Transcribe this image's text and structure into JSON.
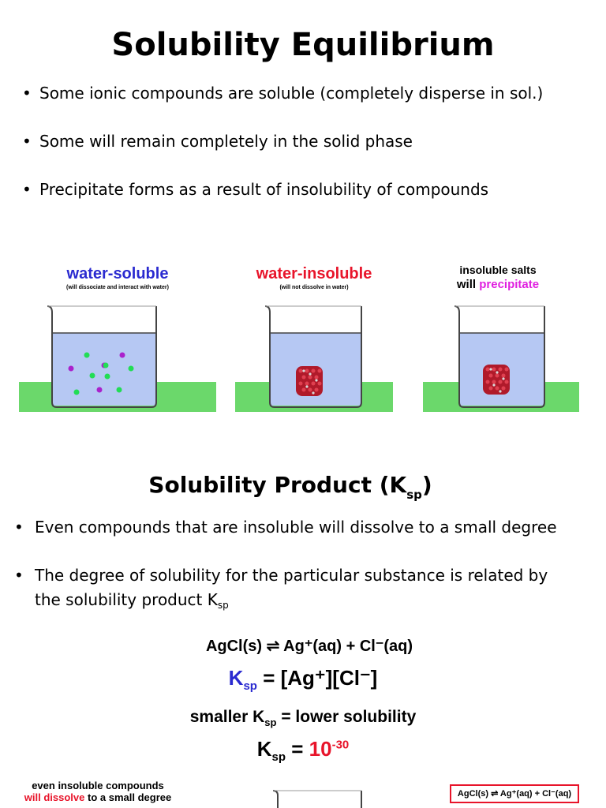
{
  "page": {
    "title": "Solubility Equilibrium",
    "bullets_top": [
      "Some ionic compounds are soluble (completely disperse in sol.)",
      "Some will remain completely in the solid phase",
      "Precipitate forms as a result of insolubility of compounds"
    ],
    "figures": {
      "soluble": {
        "label": "water-soluble",
        "caption": "(will dissociate and interact with water)"
      },
      "insoluble": {
        "label": "water-insoluble",
        "caption": "(will not dissolve in water)"
      },
      "precipitate": {
        "label_line1": "insoluble salts",
        "label_will": "will",
        "label_precipitate": "precipitate"
      }
    },
    "ksp_section": {
      "title_main": "Solubility Product (K",
      "title_sub": "sp",
      "title_end": ")",
      "bullet1": "Even compounds that are insoluble will dissolve to a small degree",
      "bullet2_line1": "The degree of solubility for the particular substance is related by",
      "bullet2_line2": "the solubility product K",
      "bullet2_sub": "sp"
    },
    "equations": {
      "reaction": "AgCl(s) ⇌ Ag⁺(aq) + Cl⁻(aq)",
      "ksp_expression": "= [Ag⁺][Cl⁻]",
      "ksp_symbol": "K",
      "ksp_sub": "sp",
      "smaller_prefix": "smaller K",
      "smaller_suffix": "= lower solubility",
      "ksp_value_prefix": "=",
      "ksp_value": "10",
      "ksp_exponent": "-30"
    },
    "bottom": {
      "line1": "even insoluble compounds",
      "will_dissolve": "will dissolve",
      "rest": "to a small degree",
      "box_text": "AgCl(s) ⇌ Ag⁺(aq) + Cl⁻(aq)"
    },
    "colors": {
      "blue_label": "#2a2ad0",
      "red_label": "#e8142a",
      "magenta": "#e020e0",
      "water": "#b6c8f3",
      "grass": "#6bd86b",
      "ion_green": "#22dd55",
      "ion_purple": "#aa22cc"
    }
  }
}
